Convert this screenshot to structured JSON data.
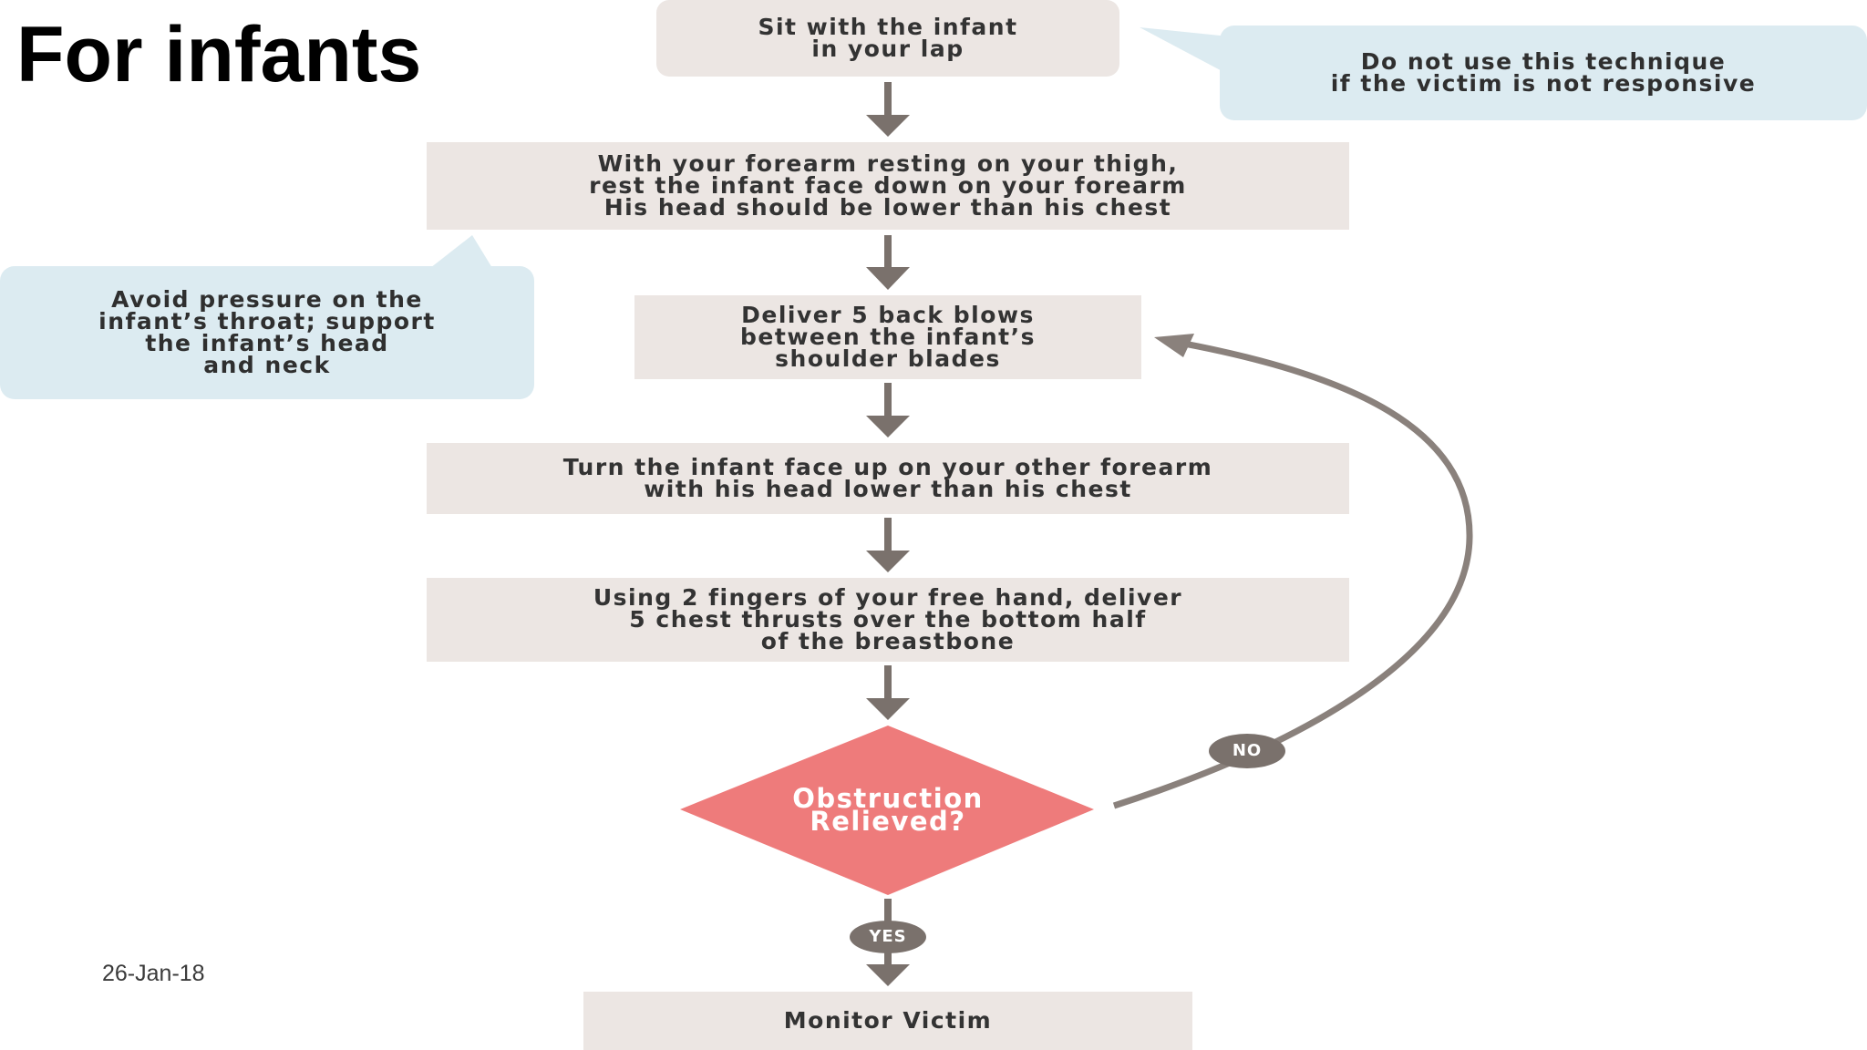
{
  "slide": {
    "title": "For infants",
    "date": "26-Jan-18"
  },
  "flowchart": {
    "steps": [
      "Sit with the infant\nin your lap",
      "With your forearm resting on your thigh,\nrest the infant face down on your forearm\nHis head should be lower than his chest",
      "Deliver 5 back blows\nbetween the infant’s\nshoulder blades",
      "Turn the infant face up on your other forearm\nwith his head lower than his chest",
      "Using 2 fingers of your free hand, deliver\n5 chest thrusts over the bottom half\nof the breastbone"
    ],
    "decision": "Obstruction\nRelieved?",
    "yes_label": "YES",
    "no_label": "NO",
    "final_step": "Monitor Victim",
    "callouts": {
      "top_right": "Do not use this technique\nif the victim is not responsive",
      "left": "Avoid pressure on the\ninfant’s throat; support\nthe infant’s head\nand neck"
    }
  },
  "colors": {
    "box_fill": "#ece6e3",
    "callout_fill": "#dcebf1",
    "decision_fill": "#ee7b7b",
    "arrow": "#7a716c",
    "text": "#333333"
  }
}
